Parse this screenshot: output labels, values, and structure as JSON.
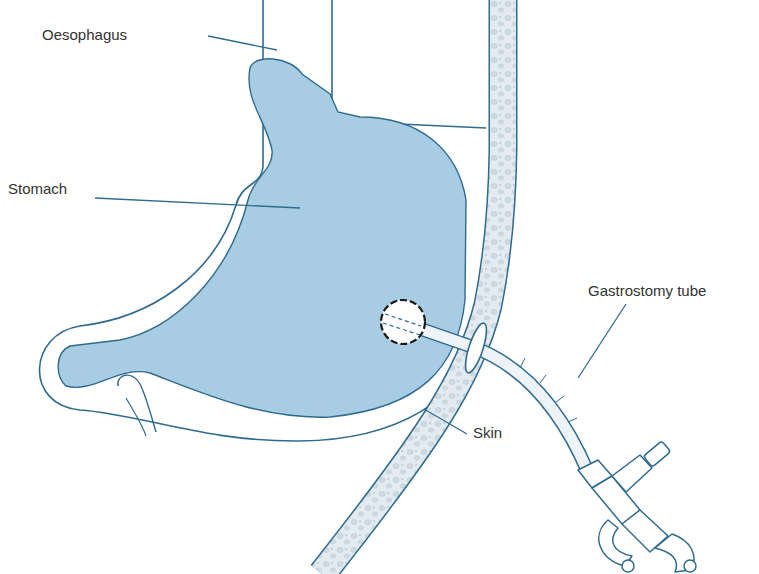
{
  "diagram": {
    "labels": [
      "Oesophagus",
      "Stomach",
      "Gastrostomy tube",
      "Skin"
    ]
  }
}
